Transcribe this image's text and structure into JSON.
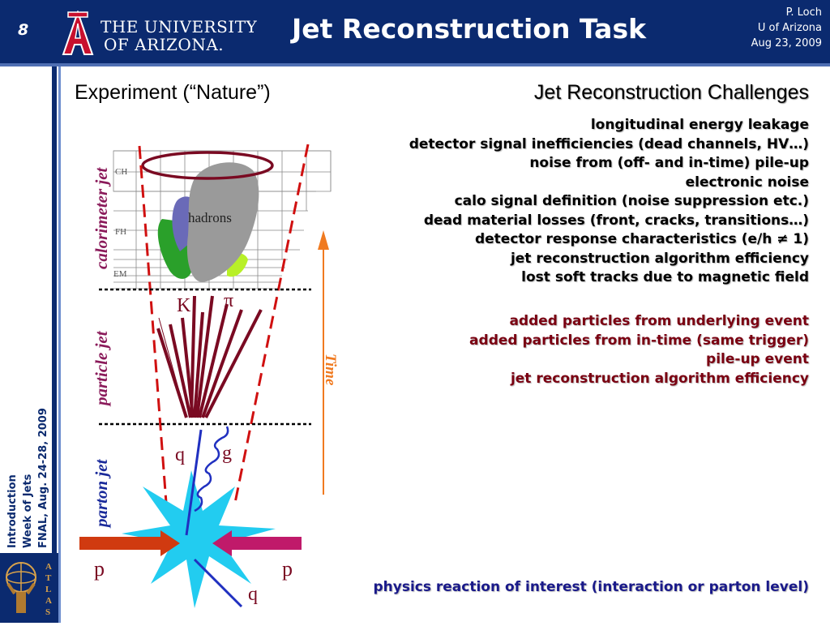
{
  "header": {
    "slide_number": "8",
    "logo_line1": "THE UNIVERSITY",
    "logo_line2": "OF ARIZONA.",
    "title": "Jet Reconstruction Task",
    "author": "P. Loch",
    "affiliation": "U of Arizona",
    "date": "Aug 23, 2009"
  },
  "sidebar": {
    "line1": "Introduction",
    "line2": "Week of Jets",
    "line3": "FNAL, Aug. 24-28, 2009",
    "atlas_letters": [
      "A",
      "T",
      "L",
      "A",
      "S"
    ]
  },
  "content": {
    "left_heading": "Experiment (“Nature”)",
    "right_heading": "Jet Reconstruction Challenges",
    "detector_challenges": [
      "longitudinal energy leakage",
      "detector signal inefficiencies (dead channels, HV…)",
      "noise from (off- and in-time) pile-up",
      "electronic noise",
      "calo signal definition (noise suppression etc.)",
      "dead material losses (front, cracks, transitions…)",
      "detector response characteristics (e/h ≠ 1)",
      "jet reconstruction algorithm efficiency",
      "lost soft tracks due to magnetic field"
    ],
    "physics_challenges": [
      "added particles from underlying event",
      "added particles from in-time (same trigger)",
      "pile-up event",
      "jet reconstruction algorithm efficiency"
    ],
    "footer": "physics reaction of interest (interaction or parton level)"
  },
  "diagram": {
    "label_calorimeter_jet": "calorimeter jet",
    "label_particle_jet": "particle jet",
    "label_parton_jet": "parton jet",
    "label_ch": "CH",
    "label_fh": "FH",
    "label_em": "EM",
    "label_hadrons": "hadrons",
    "label_k": "K",
    "label_pi": "π",
    "label_q_top": "q",
    "label_g": "g",
    "label_p_left": "p",
    "label_p_right": "p",
    "label_q_bottom": "q",
    "label_time": "Time",
    "colors": {
      "jet_cone": "#d01010",
      "particle_tracks": "#7a0a22",
      "parton_lines": "#2030c0",
      "collision_star": "#22ccf0",
      "time_arrow": "#f07a20",
      "label_jet_types": "#8a1a5a",
      "parton_jet_label": "#1a2a9a"
    }
  }
}
